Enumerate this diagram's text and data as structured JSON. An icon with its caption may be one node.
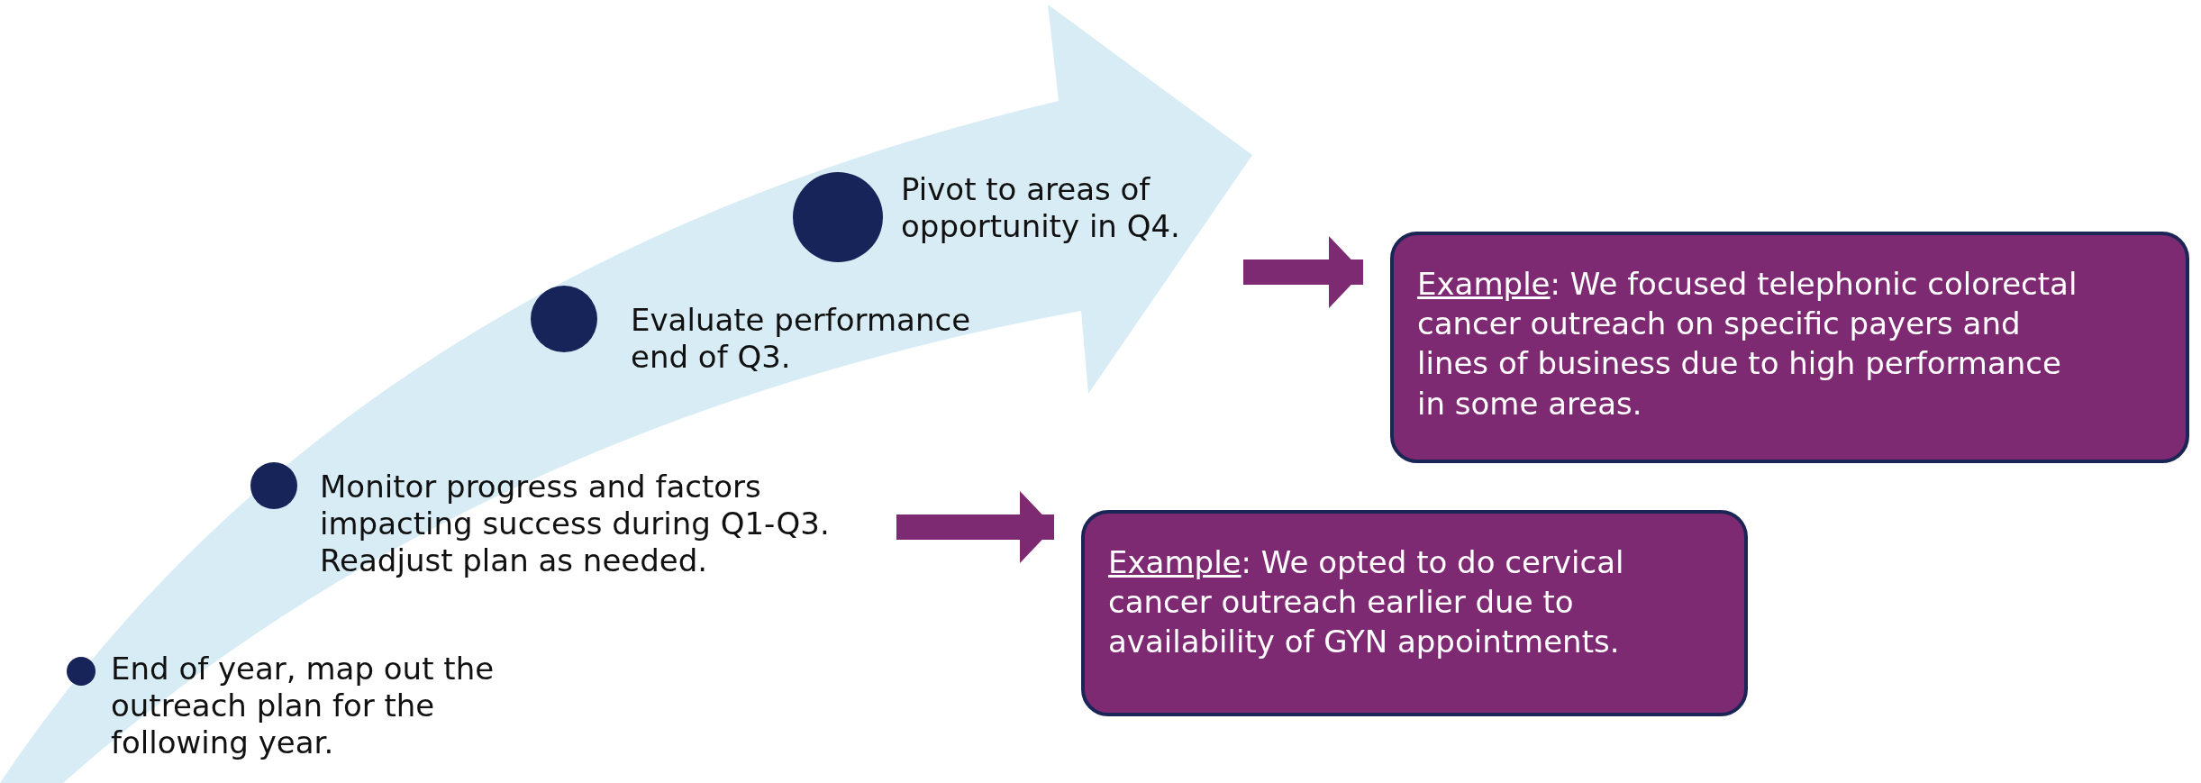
{
  "diagram": {
    "nodes": [
      {
        "text": [
          "Pivot to areas of opportunity in Q4."
        ]
      },
      {
        "text": [
          "Evaluate performance end of Q3."
        ]
      },
      {
        "text": [
          "Example: We focused telephonic colorectal cancer outreach on specific payers and lines of business due to high performance in some areas."
        ]
      },
      {
        "text": [
          "Monitor progress and factors impacting success during Q1-Q3. Readjust plan as needed."
        ]
      },
      {
        "text": [
          "Example: We opted to do cervical cancer outreach earlier due to availability of GYN appointments."
        ]
      },
      {
        "text": [
          "End of year, map out the outreach plan for the following year."
        ]
      }
    ],
    "edges": [
      {
        "from": 0,
        "to": 2,
        "arrow": "to"
      },
      {
        "from": 3,
        "to": 4,
        "arrow": "to"
      }
    ]
  }
}
